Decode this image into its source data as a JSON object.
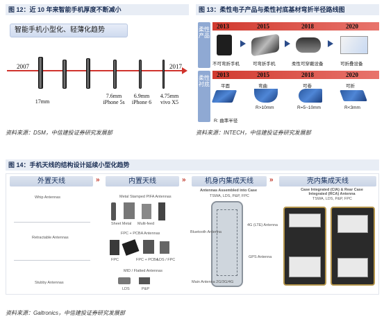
{
  "fig12": {
    "title": "图 12：近 10 年来智能手机厚度不断减小",
    "banner": "智能手机小型化、轻薄化趋势",
    "year_start": "2007",
    "year_end": "2017",
    "label_17mm": "17mm",
    "models": [
      {
        "thickness": "7.6mm",
        "name": "iPhone 5s"
      },
      {
        "thickness": "6.9mm",
        "name": "iPhone 6"
      },
      {
        "thickness": "4.75mm",
        "name": "vivo X5"
      }
    ],
    "source": "资料来源：DSM，中信建投证券研究发展部"
  },
  "fig13": {
    "title": "图 13：柔性电子产品与柔性衬底基材弯折半径路线图",
    "row1_label": "柔性产品",
    "row2_label": "柔性衬底",
    "years": [
      "2013",
      "2015",
      "2018",
      "2020"
    ],
    "products": [
      "不可弯折手机",
      "可弯折手机",
      "柔性可穿戴设备",
      "可折叠设备"
    ],
    "states": [
      "平面",
      "弯曲",
      "可卷",
      "可折"
    ],
    "radii": [
      "R: 曲率半径",
      "R>10mm",
      "R=5~10mm",
      "R<3mm"
    ],
    "source": "资料来源：INTECH，中信建投证券研究发展部"
  },
  "fig14": {
    "title": "图 14：手机天线的结构设计延续小型化趋势",
    "columns": [
      "外置天线",
      "内置天线",
      "机身内集成天线",
      "壳内集成天线"
    ],
    "external_items": [
      "Whip Antennas",
      "Retractable Antennas",
      "Stubby Antennas"
    ],
    "internal_items": [
      "Metal Stamped PIFA Antennas",
      "FPC + PCBA Antennas",
      "MID / Flatted Antennas"
    ],
    "internal_sub": [
      "Sheet Metal",
      "Multi-feed",
      "FPC",
      "FPC + PCBA",
      "LDS / FPC",
      "LDS",
      "P&P"
    ],
    "body_heading": "Antennas Assembled into Case",
    "body_sub": "TSWA, LDS, P&P, FPC",
    "body_labels": [
      "Bluetooth Antenna",
      "4G (LTE) Antenna",
      "GPS Antenna",
      "Main Antenna 2G/3G/4G"
    ],
    "case_heading": "Case Integrated (CIA) & Rear Case Integrated (RCA) Antenna",
    "case_sub": "TSWA, LDS, P&P, FPC",
    "source": "资料来源：Galtronics，中信建投证券研究发展部"
  },
  "colors": {
    "accent_red": "#d0332c",
    "navy": "#1b2f55",
    "panel_blue": "#2c5aa0"
  }
}
